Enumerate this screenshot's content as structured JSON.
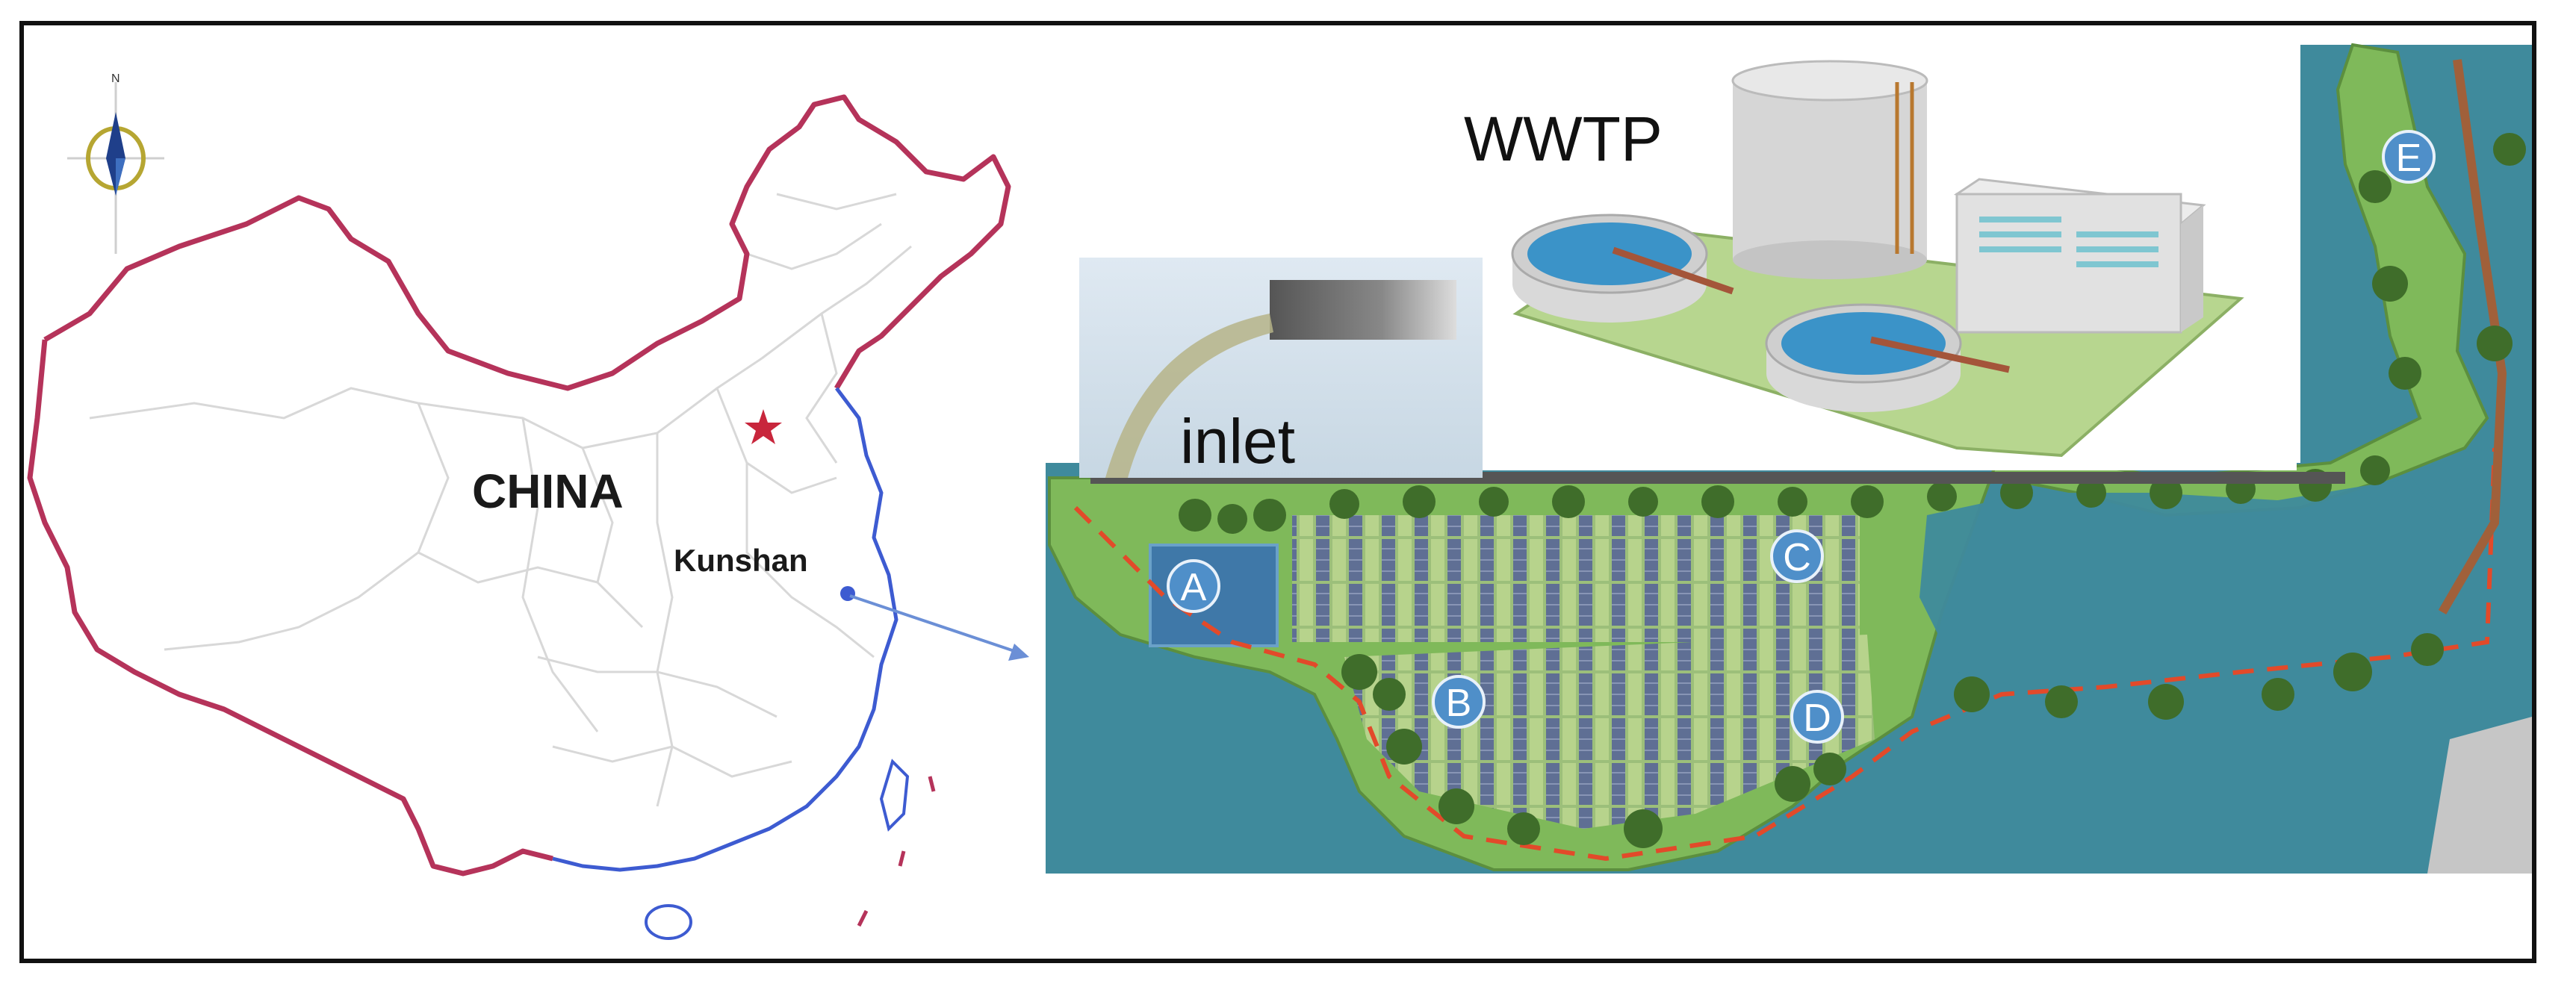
{
  "map": {
    "country_label": "CHINA",
    "city_label": "Kunshan",
    "north_label": "N"
  },
  "site": {
    "wwtp_label": "WWTP",
    "inlet_label": "inlet",
    "zones": [
      "A",
      "B",
      "C",
      "D",
      "E"
    ]
  },
  "colors": {
    "border_red": "#b5335a",
    "coast_blue": "#3d5bd1",
    "water": "#3f8a9c",
    "grass": "#7fb95a",
    "zone_badge": "#4f8fc9"
  }
}
